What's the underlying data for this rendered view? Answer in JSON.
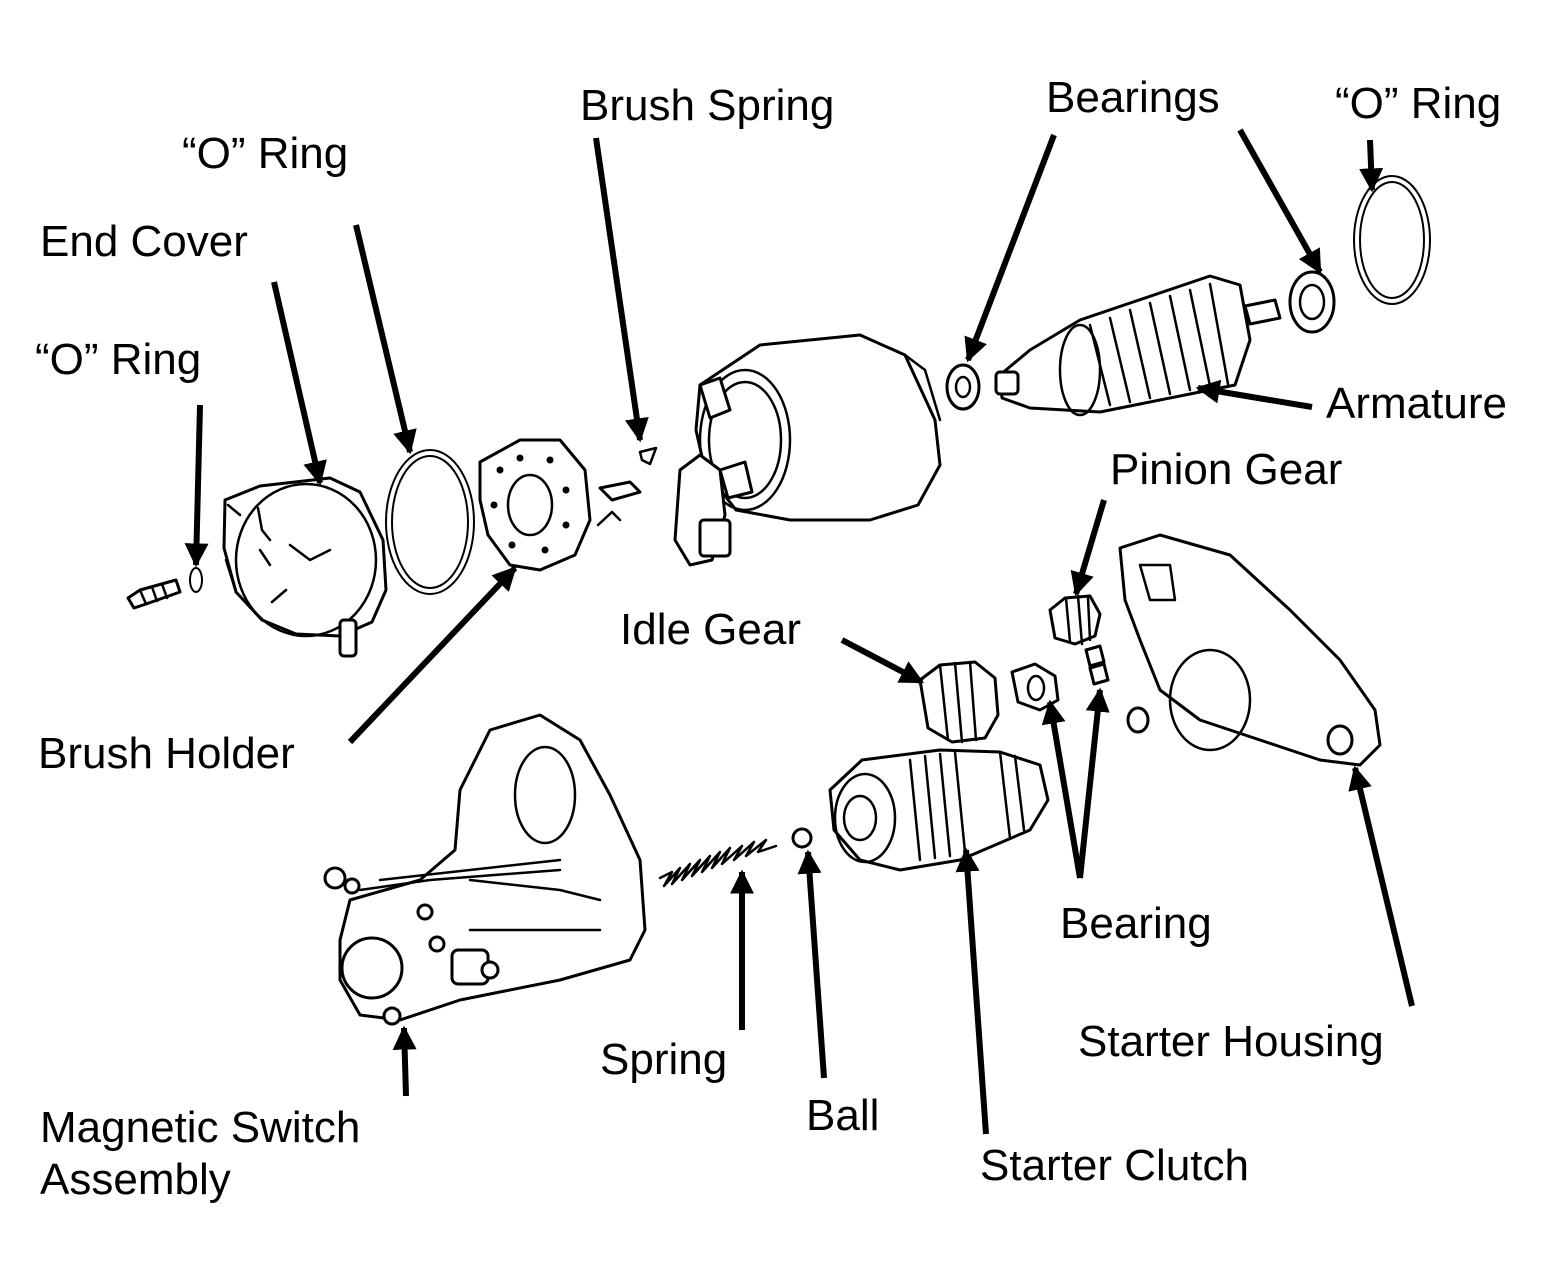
{
  "diagram": {
    "labels": {
      "brush_spring": "Brush Spring",
      "bearings": "Bearings",
      "o_ring_top_right": "“O” Ring",
      "o_ring_upper": "“O” Ring",
      "end_cover": "End Cover",
      "o_ring_left": "“O” Ring",
      "armature": "Armature",
      "pinion_gear": "Pinion Gear",
      "idle_gear": "Idle Gear",
      "brush_holder": "Brush Holder",
      "bearing": "Bearing",
      "starter_housing": "Starter Housing",
      "spring": "Spring",
      "ball": "Ball",
      "magnetic_switch_line1": "Magnetic Switch",
      "magnetic_switch_line2": "Assembly",
      "starter_clutch": "Starter Clutch"
    }
  }
}
